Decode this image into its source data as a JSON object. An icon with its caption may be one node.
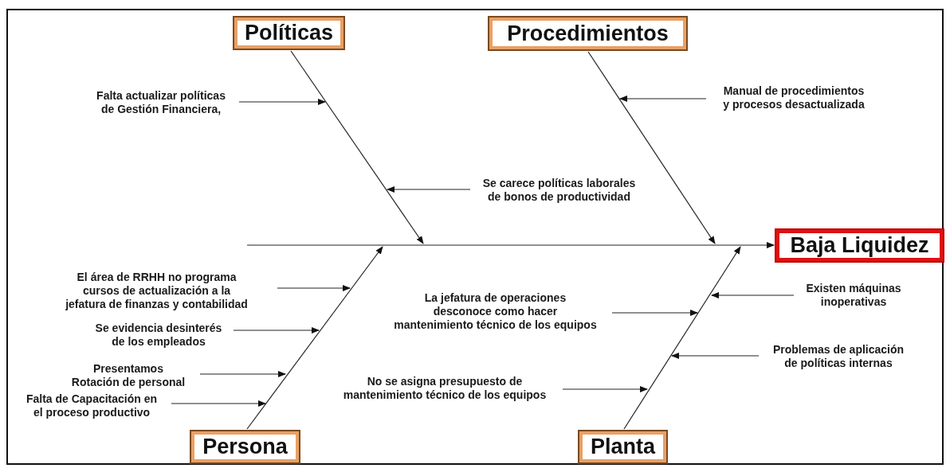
{
  "diagram": {
    "nodes": [
      {
        "text": [
          "Políticas"
        ]
      },
      {
        "text": [
          "Procedimientos"
        ]
      },
      {
        "text": [
          "Baja Liquidez"
        ]
      },
      {
        "text": [
          "Persona"
        ]
      },
      {
        "text": [
          "Planta"
        ]
      },
      {
        "text": [
          "Falta actualizar políticas de Gestión Financiera,"
        ]
      },
      {
        "text": [
          "Se carece políticas laborales de bonos de productividad"
        ]
      },
      {
        "text": [
          "Manual de procedimientos y procesos desactualizada"
        ]
      },
      {
        "text": [
          "El área de RRHH no programa cursos de actualización a la jefatura de finanzas y contabilidad"
        ]
      },
      {
        "text": [
          "Se evidencia desinterés de los empleados"
        ]
      },
      {
        "text": [
          "Presentamos Rotación de personal"
        ]
      },
      {
        "text": [
          "Falta de Capacitación en el proceso productivo"
        ]
      },
      {
        "text": [
          "La jefatura de operaciones desconoce como hacer mantenimiento técnico de los equipos"
        ]
      },
      {
        "text": [
          "No se asigna presupuesto de mantenimiento técnico de los equipos"
        ]
      },
      {
        "text": [
          "Existen máquinas inoperativas"
        ]
      },
      {
        "text": [
          "Problemas de aplicación de políticas internas"
        ]
      }
    ],
    "edges": [
      {
        "from": null,
        "to": 2,
        "arrow": "to"
      },
      {
        "from": 0,
        "to": null,
        "arrow": "to"
      },
      {
        "from": 1,
        "to": null,
        "arrow": "to"
      },
      {
        "from": 3,
        "to": null,
        "arrow": "to"
      },
      {
        "from": 4,
        "to": null,
        "arrow": "to"
      },
      {
        "from": 5,
        "to": null,
        "arrow": "to"
      },
      {
        "from": 6,
        "to": null,
        "arrow": "to"
      },
      {
        "from": 7,
        "to": null,
        "arrow": "to"
      },
      {
        "from": 8,
        "to": null,
        "arrow": "to"
      },
      {
        "from": 9,
        "to": null,
        "arrow": "to"
      },
      {
        "from": 10,
        "to": null,
        "arrow": "to"
      },
      {
        "from": 11,
        "to": null,
        "arrow": "to"
      },
      {
        "from": 12,
        "to": null,
        "arrow": "to"
      },
      {
        "from": 13,
        "to": null,
        "arrow": "to"
      },
      {
        "from": 14,
        "to": null,
        "arrow": "to"
      },
      {
        "from": 15,
        "to": null,
        "arrow": "to"
      }
    ]
  }
}
